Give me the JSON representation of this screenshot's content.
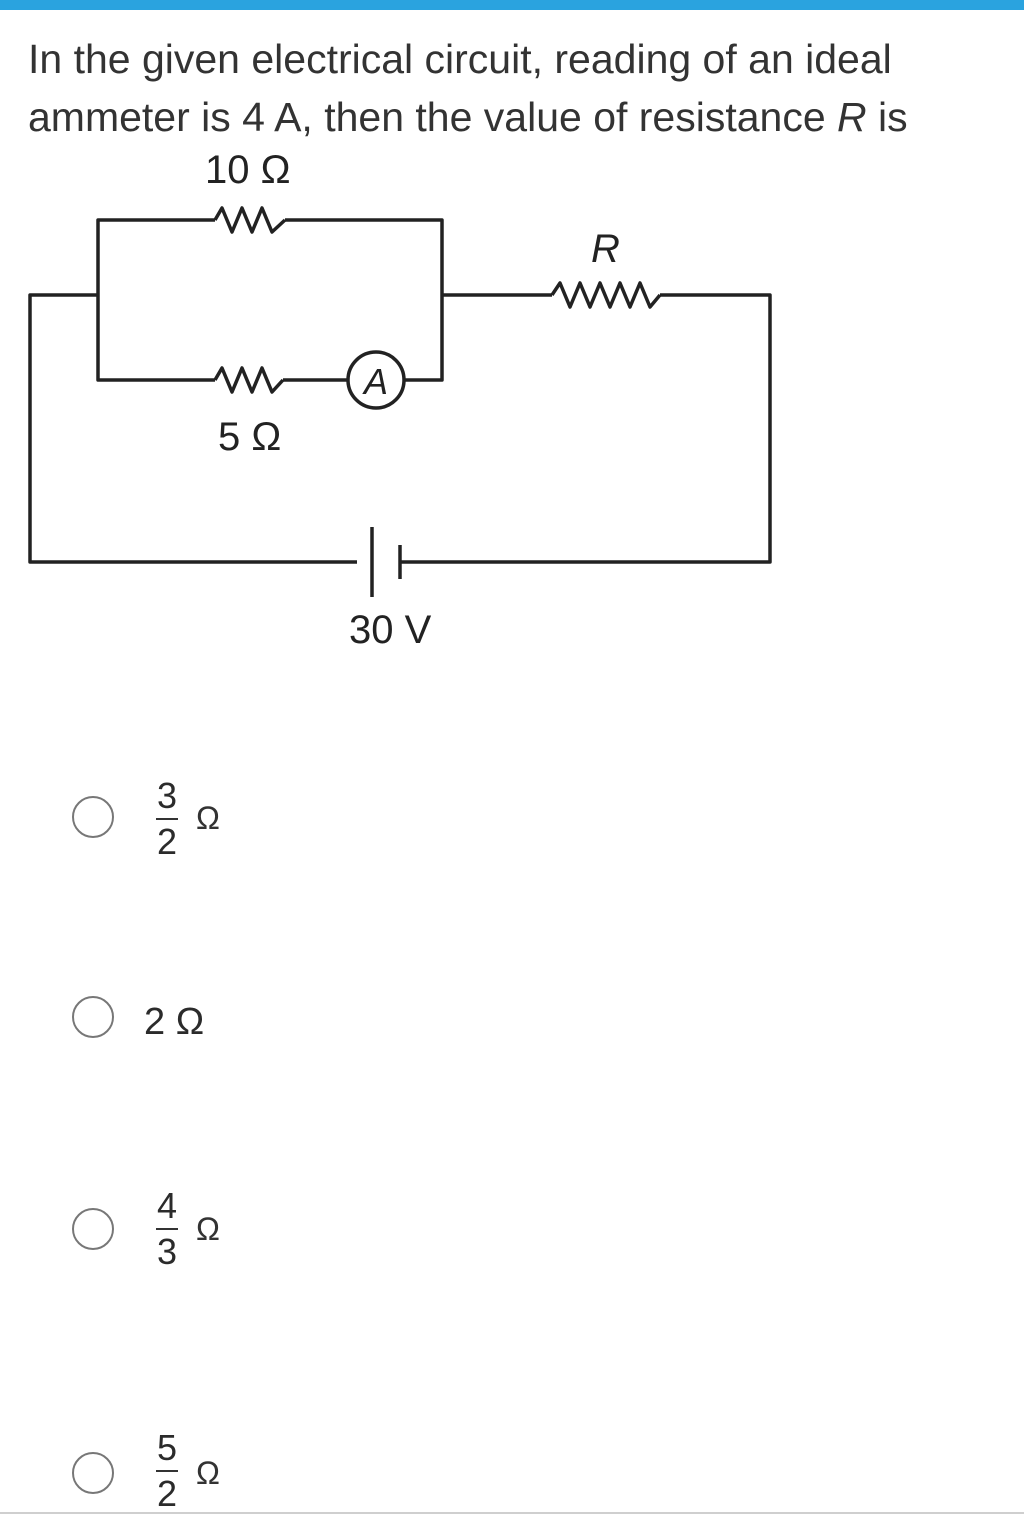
{
  "header": {
    "accent_color": "#2aa3df"
  },
  "question": {
    "text_part1": "In the given electrical circuit, reading of an ideal ammeter is 4 A, then the value of resistance ",
    "var": "R",
    "text_part2": " is"
  },
  "circuit": {
    "r_top_label": "10 Ω",
    "r_bottom_label": "5 Ω",
    "r_var_label": "R",
    "ammeter_label": "A",
    "battery_label": "30 V"
  },
  "options": [
    {
      "num": "3",
      "den": "2",
      "unit": "Ω"
    },
    {
      "text": "2 Ω"
    },
    {
      "num": "4",
      "den": "3",
      "unit": "Ω"
    },
    {
      "num": "5",
      "den": "2",
      "unit": "Ω"
    }
  ]
}
